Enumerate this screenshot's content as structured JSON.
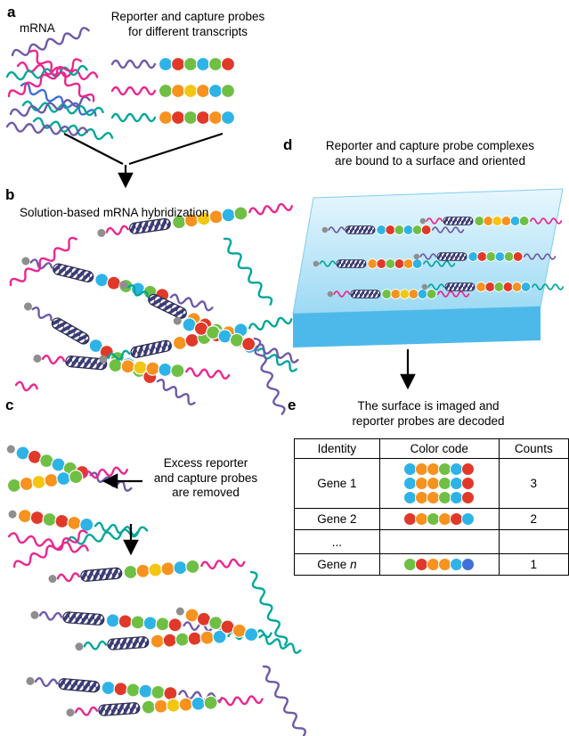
{
  "palette": {
    "cyan": "#2eb3e7",
    "blue": "#3f6fd8",
    "green": "#6fbf44",
    "red": "#e0392a",
    "orange": "#f6921e",
    "yellow": "#f3c613",
    "magenta": "#ec268f",
    "purple": "#6f5aa8",
    "teal": "#00a79b",
    "gray": "#8e8e8e"
  },
  "panels": {
    "a": {
      "label": "a",
      "mrna_label": "mRNA",
      "title": "Reporter and capture probes\nfor different transcripts",
      "probes": [
        {
          "tail": "#6f5aa8",
          "code": [
            "cyan",
            "red",
            "green",
            "cyan",
            "green",
            "red"
          ]
        },
        {
          "tail": "#ec268f",
          "code": [
            "green",
            "orange",
            "yellow",
            "orange",
            "cyan",
            "green"
          ]
        },
        {
          "tail": "#00a79b",
          "code": [
            "orange",
            "red",
            "green",
            "red",
            "orange",
            "cyan"
          ]
        }
      ]
    },
    "b": {
      "label": "b",
      "title": "Solution-based mRNA hybridization"
    },
    "c": {
      "label": "c",
      "note": "Excess reporter\nand capture probes\nare removed"
    },
    "d": {
      "label": "d",
      "title": "Reporter and capture probe complexes\nare bound to a surface and oriented",
      "surface_top": "#9cd9f4",
      "surface_front": "#4db9ea"
    },
    "e": {
      "label": "e",
      "title": "The surface is imaged and\nreporter probes are decoded"
    }
  },
  "table": {
    "headers": [
      "Identity",
      "Color code",
      "Counts"
    ],
    "rows": [
      {
        "identity": "Gene 1",
        "count": "3",
        "codes": [
          [
            "cyan",
            "orange",
            "orange",
            "green",
            "cyan",
            "red"
          ],
          [
            "cyan",
            "orange",
            "orange",
            "green",
            "cyan",
            "red"
          ],
          [
            "cyan",
            "orange",
            "orange",
            "green",
            "cyan",
            "red"
          ]
        ]
      },
      {
        "identity": "Gene 2",
        "count": "2",
        "codes": [
          [
            "red",
            "orange",
            "green",
            "orange",
            "red",
            "cyan"
          ]
        ]
      },
      {
        "identity": "...",
        "count": "",
        "codes": []
      },
      {
        "identity_prefix": "Gene ",
        "identity_italic": "n",
        "count": "1",
        "codes": [
          [
            "green",
            "red",
            "orange",
            "orange",
            "cyan",
            "blue"
          ]
        ]
      }
    ]
  }
}
